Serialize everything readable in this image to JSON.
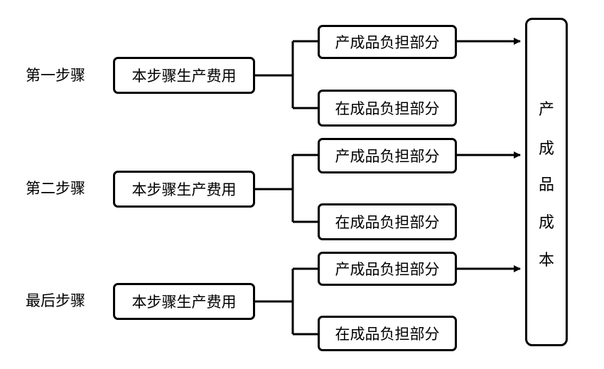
{
  "steps": [
    {
      "step_label": "第一步骤",
      "cost_label": "本步骤生产费用",
      "upper_label": "产成品负担部分",
      "lower_label": "在成品负担部分"
    },
    {
      "step_label": "第二步骤",
      "cost_label": "本步骤生产费用",
      "upper_label": "产成品负担部分",
      "lower_label": "在成品负担部分"
    },
    {
      "step_label": "最后步骤",
      "cost_label": "本步骤生产费用",
      "upper_label": "产成品负担部分",
      "lower_label": "在成品负担部分"
    }
  ],
  "result": {
    "chars": [
      "产",
      "成",
      "品",
      "成",
      "本"
    ]
  }
}
